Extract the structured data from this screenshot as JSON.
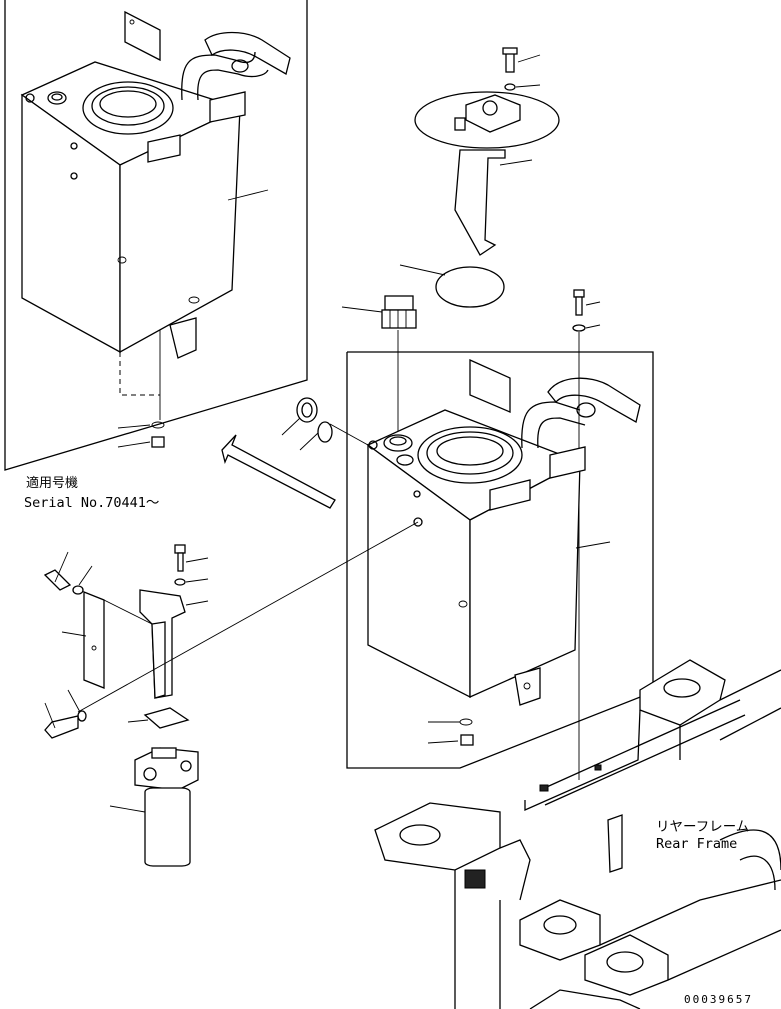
{
  "labels": {
    "applicable_models_jp": "適用号機",
    "serial_no": "Serial No.70441～",
    "rear_frame_jp": "リヤーフレーム",
    "rear_frame_en": "Rear Frame",
    "drawing_number": "00039657"
  }
}
